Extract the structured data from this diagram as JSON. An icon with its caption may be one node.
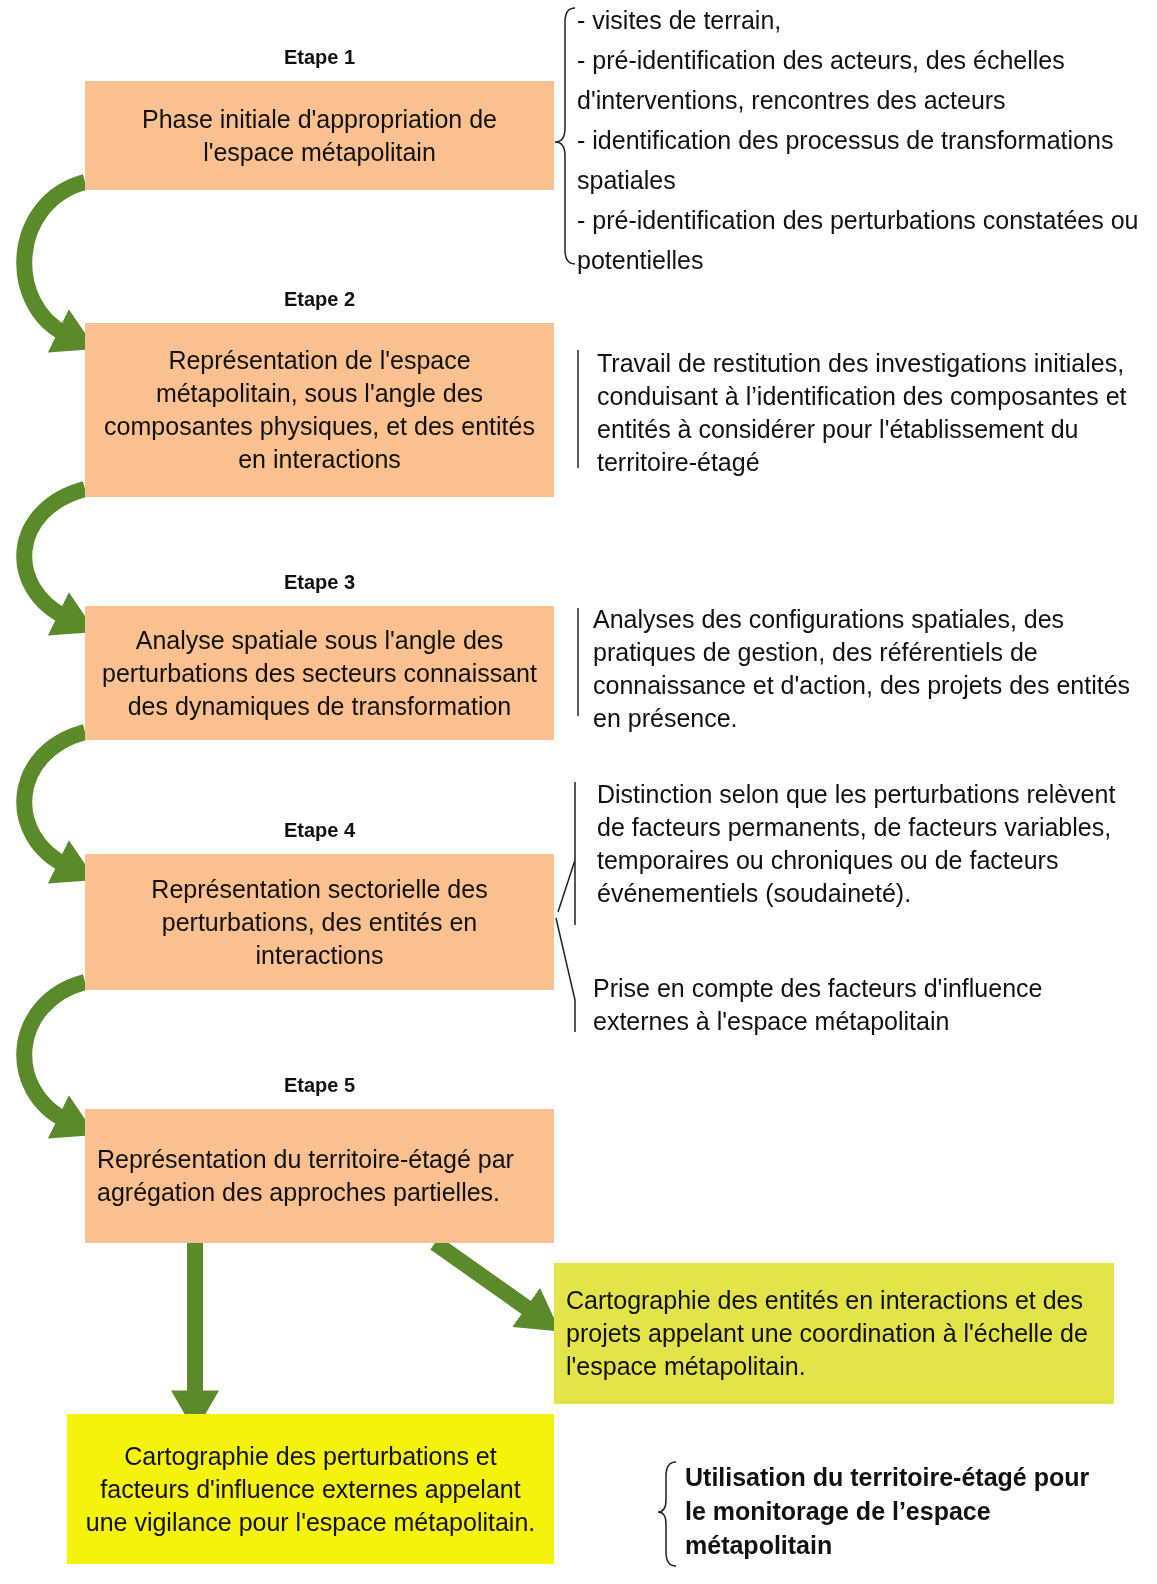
{
  "diagram": {
    "nodes": [
      {
        "text": [
          "Etape 1",
          "Phase initiale d'appropriation de l'espace métapolitain"
        ],
        "beside": [
          "- visites de terrain,",
          "- pré-identification des acteurs, des échelles d'interventions, rencontres des acteurs",
          "- identification des processus de transformations spatiales",
          "- pré-identification des perturbations constatées ou potentielles"
        ]
      },
      {
        "text": [
          "Etape 2",
          "Représentation de l'espace métapolitain, sous l'angle des composantes physiques, et des entités en interactions"
        ],
        "beside": [
          "Travail de restitution des investigations initiales, conduisant à l’identification des composantes et entités à considérer pour l'établissement du territoire-étagé"
        ]
      },
      {
        "text": [
          "Etape 3",
          "Analyse spatiale sous l'angle des perturbations des secteurs connaissant des dynamiques de transformation"
        ],
        "beside": [
          "Analyses des configurations spatiales, des pratiques de gestion, des référentiels de connaissance et d'action, des projets des entités en présence."
        ]
      },
      {
        "text": [
          "Etape 4",
          "Représentation sectorielle des perturbations, des entités en interactions"
        ],
        "beside": [
          "Distinction selon que les perturbations relèvent de facteurs permanents, de facteurs variables, temporaires ou chroniques ou de facteurs événementiels (soudaineté).",
          "Prise en compte des facteurs d'influence externes à l'espace métapolitain"
        ]
      },
      {
        "text": [
          "Etape 5",
          "Représentation du territoire-étagé par agrégation des approches partielles."
        ]
      },
      {
        "text": [
          "Cartographie des entités en interactions et des projets appelant une coordination à l'échelle de l'espace métapolitain."
        ]
      },
      {
        "text": [
          "Cartographie des perturbations et facteurs d'influence externes appelant une vigilance pour l'espace métapolitain."
        ]
      }
    ],
    "edges": [
      {
        "from": 0,
        "to": 1,
        "arrow": "to"
      },
      {
        "from": 1,
        "to": 2,
        "arrow": "to"
      },
      {
        "from": 2,
        "to": 3,
        "arrow": "to"
      },
      {
        "from": 3,
        "to": 4,
        "arrow": "to"
      },
      {
        "from": 4,
        "to": 6,
        "arrow": "to"
      },
      {
        "from": 4,
        "to": 5,
        "arrow": "to"
      }
    ],
    "labels": [
      "Utilisation du territoire-étagé pour le monitorage de l’espace métapolitain"
    ]
  }
}
